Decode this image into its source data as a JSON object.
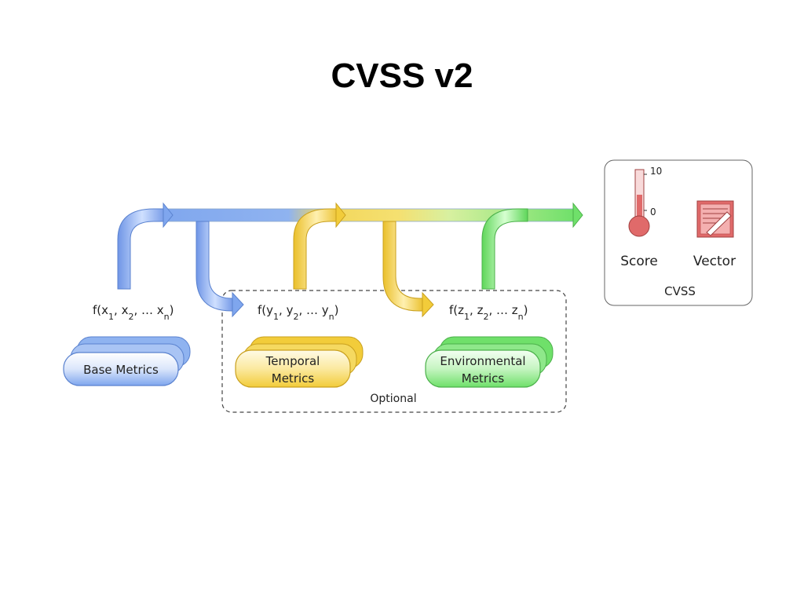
{
  "slide": {
    "title": "CVSS v2"
  },
  "functions": {
    "base": {
      "var": "x",
      "sub1": "1",
      "sub2": "2",
      "subn": "n"
    },
    "temporal": {
      "var": "y",
      "sub1": "1",
      "sub2": "2",
      "subn": "n"
    },
    "environmental": {
      "var": "z",
      "sub1": "1",
      "sub2": "2",
      "subn": "n"
    }
  },
  "metric_groups": {
    "base": "Base Metrics",
    "temporal_line1": "Temporal",
    "temporal_line2": "Metrics",
    "environmental_line1": "Environmental",
    "environmental_line2": "Metrics"
  },
  "optional_label": "Optional",
  "output": {
    "score_label": "Score",
    "vector_label": "Vector",
    "title": "CVSS",
    "thermometer_max": "10",
    "thermometer_min": "0"
  },
  "colors": {
    "blue": "#7fa6ee",
    "yellow": "#f2cc3a",
    "green": "#6fe06a",
    "thermometer": "#e06a6a",
    "vector": "#e06a6a"
  },
  "icons": {
    "score": "thermometer-icon",
    "vector": "vector-document-icon"
  }
}
